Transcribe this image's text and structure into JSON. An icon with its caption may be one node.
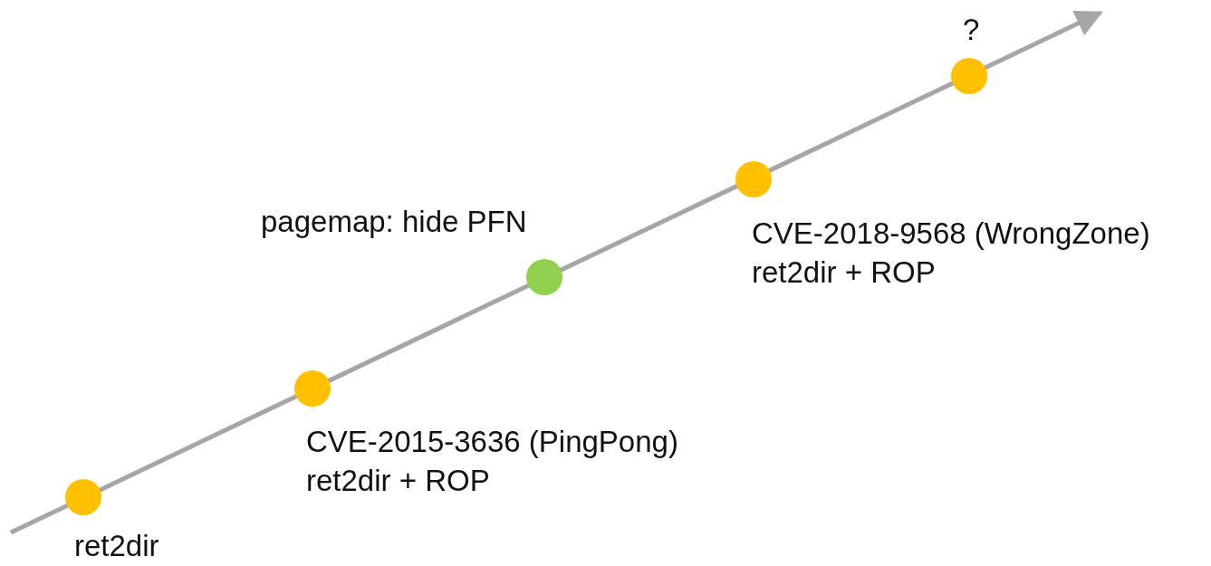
{
  "diagram": {
    "nodes": [
      {
        "text": [],
        "shape": "circle",
        "beside": [
          "ret2dir"
        ]
      },
      {
        "text": [],
        "shape": "circle",
        "beside": [
          "CVE-2015-3636 (PingPong)",
          "ret2dir + ROP"
        ]
      },
      {
        "text": [],
        "shape": "circle",
        "beside": [
          "pagemap: hide PFN"
        ]
      },
      {
        "text": [],
        "shape": "circle",
        "beside": [
          "CVE-2018-9568 (WrongZone)",
          "ret2dir + ROP"
        ]
      },
      {
        "text": [],
        "shape": "circle",
        "beside": [
          "?"
        ]
      }
    ]
  }
}
